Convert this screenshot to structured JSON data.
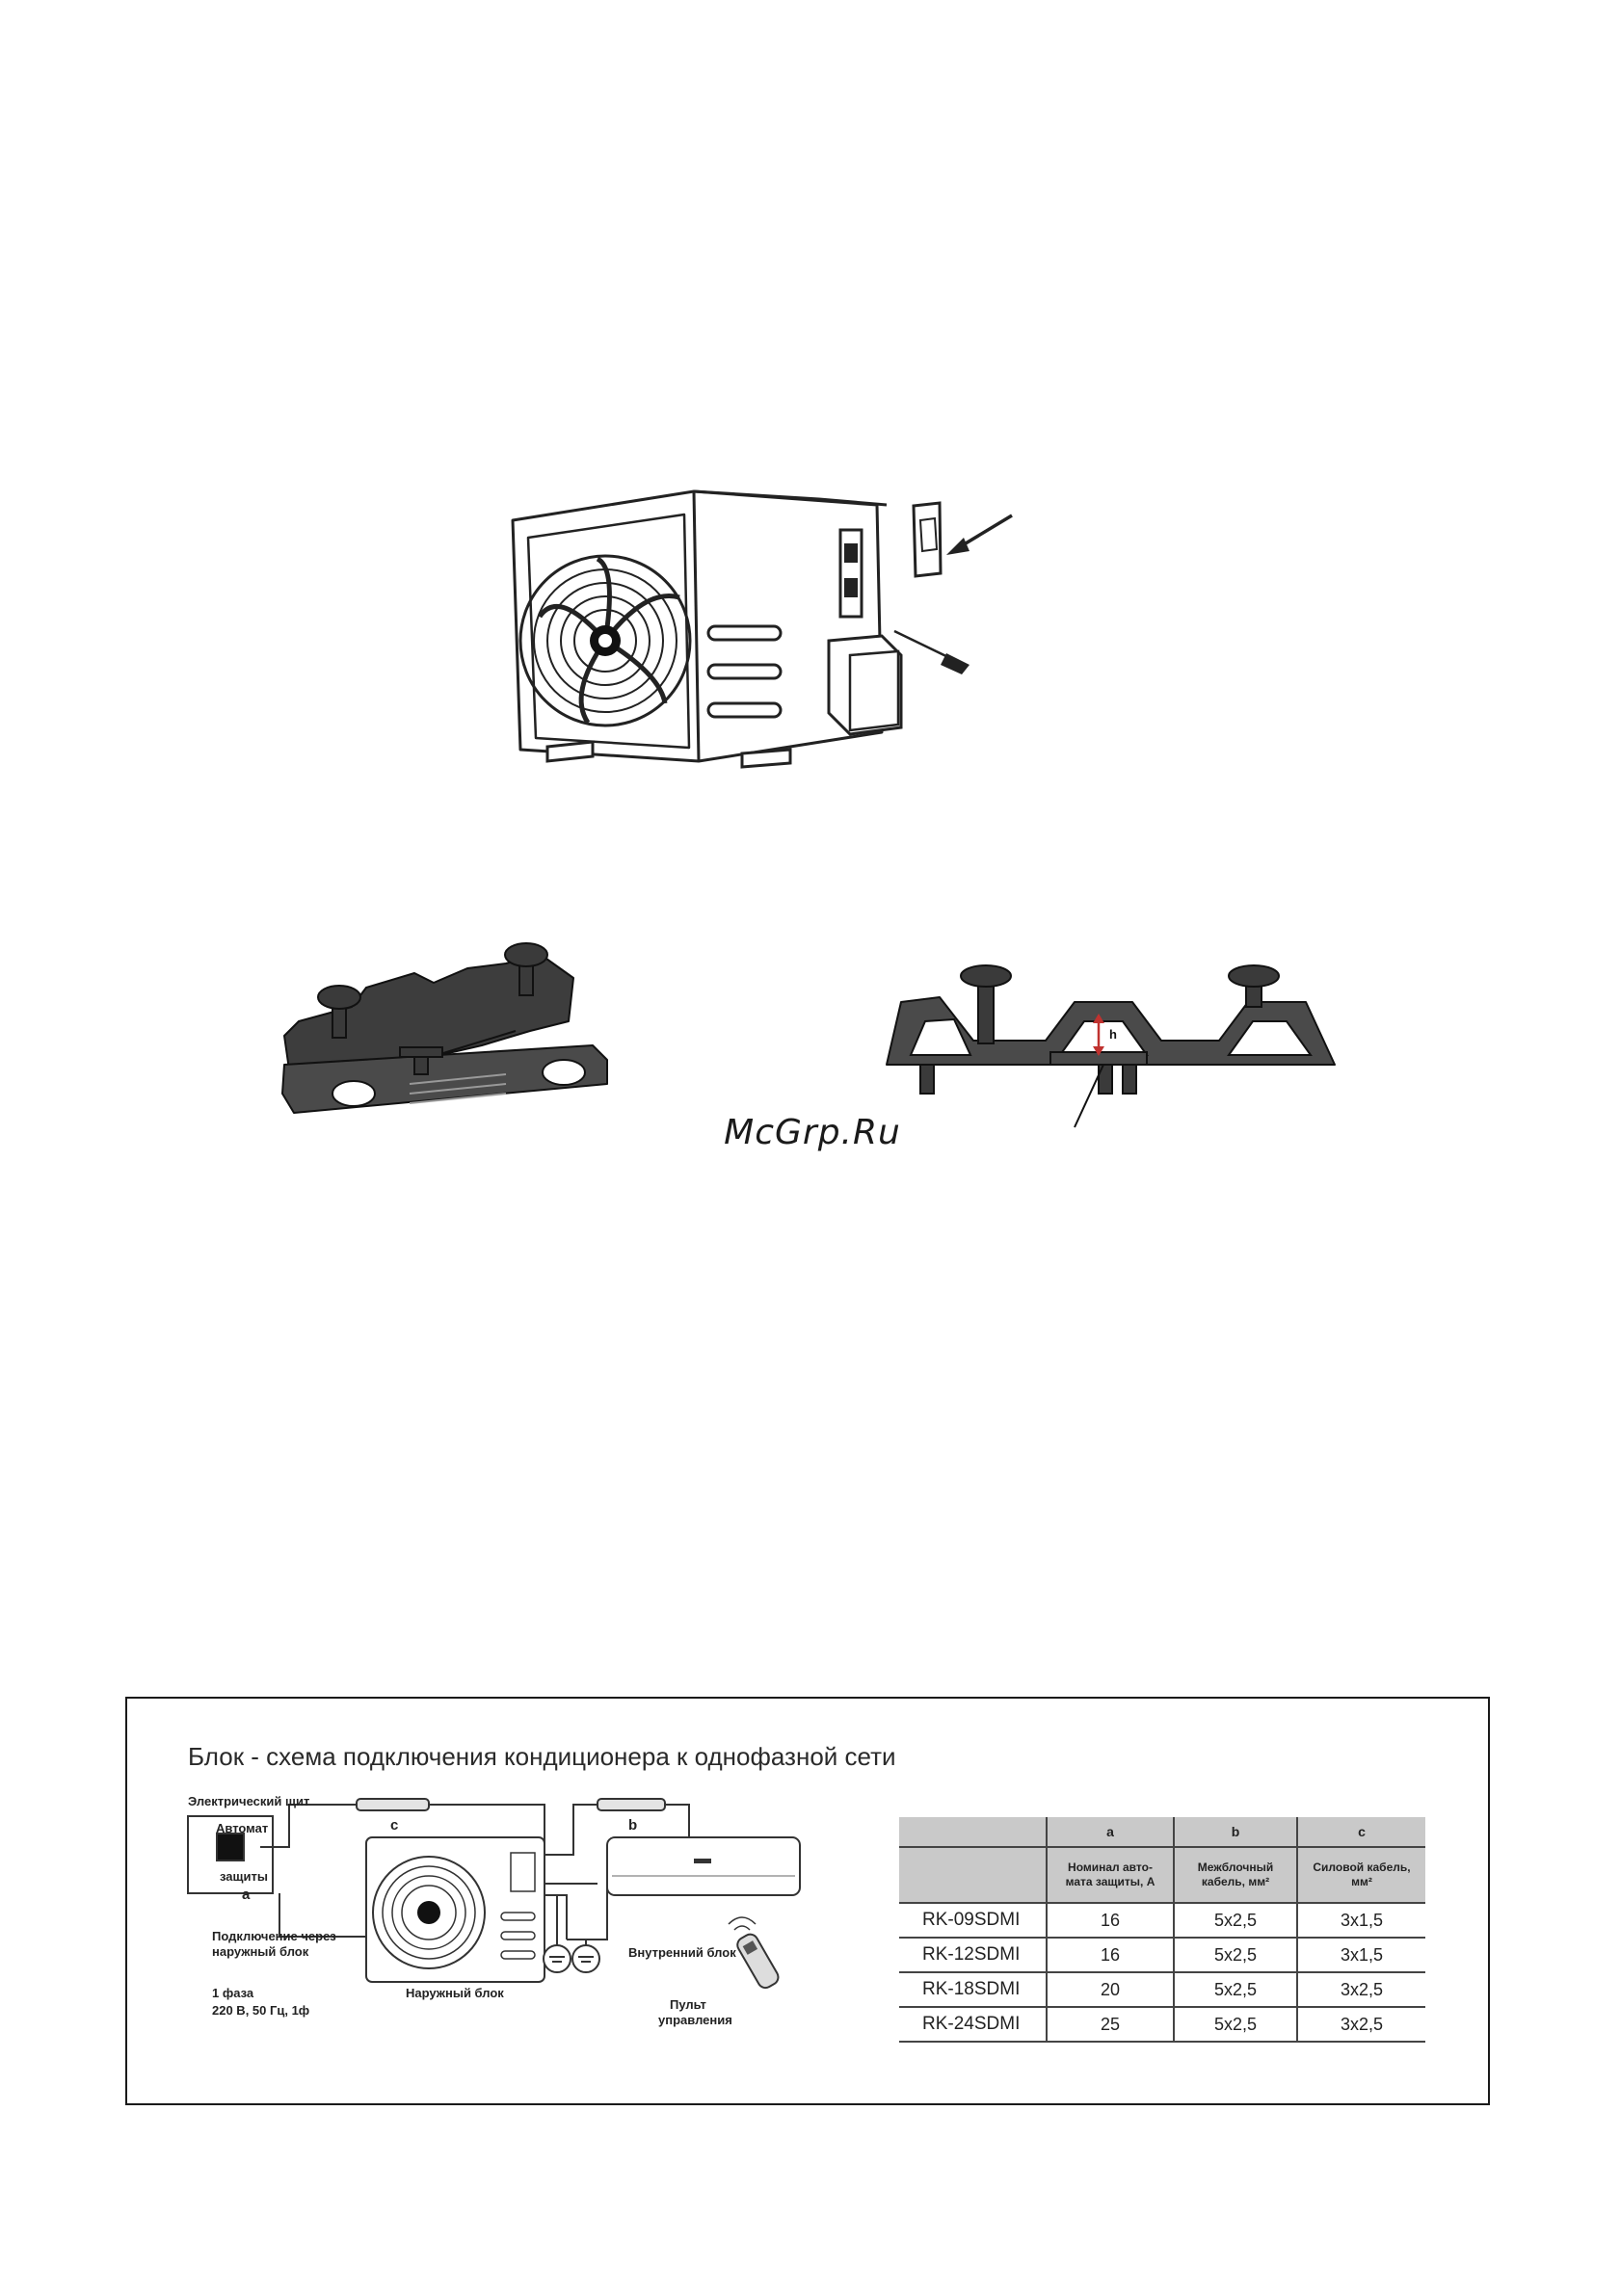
{
  "watermark": "McGrp.Ru",
  "scheme": {
    "title": "Блок - схема подключения кондиционера к однофазной сети",
    "labels": {
      "panel": "Электрический щит",
      "breaker_line1": "Автомат",
      "breaker_line2": "защиты",
      "letter_a": "a",
      "letter_b": "b",
      "letter_c": "c",
      "connection_line1": "Подключение через",
      "connection_line2": "наружный блок",
      "phase_line1": "1 фаза",
      "phase_line2": "220 В, 50 Гц, 1ф",
      "outdoor": "Наружный блок",
      "indoor": "Внутренний блок",
      "remote_line1": "Пульт",
      "remote_line2": "управления"
    },
    "table": {
      "headers": [
        "",
        "a",
        "b",
        "c"
      ],
      "subheaders": [
        [
          "",
          ""
        ],
        [
          "Номинал авто-",
          "мата защиты, А"
        ],
        [
          "Межблочный",
          "кабель, мм²"
        ],
        [
          "Силовой кабель,",
          "мм²"
        ]
      ],
      "rows": [
        [
          "RK-09SDMI",
          "16",
          "5x2,5",
          "3x1,5"
        ],
        [
          "RK-12SDMI",
          "16",
          "5x2,5",
          "3x1,5"
        ],
        [
          "RK-18SDMI",
          "20",
          "5x2,5",
          "3x2,5"
        ],
        [
          "RK-24SDMI",
          "25",
          "5x2,5",
          "3x2,5"
        ]
      ]
    }
  }
}
